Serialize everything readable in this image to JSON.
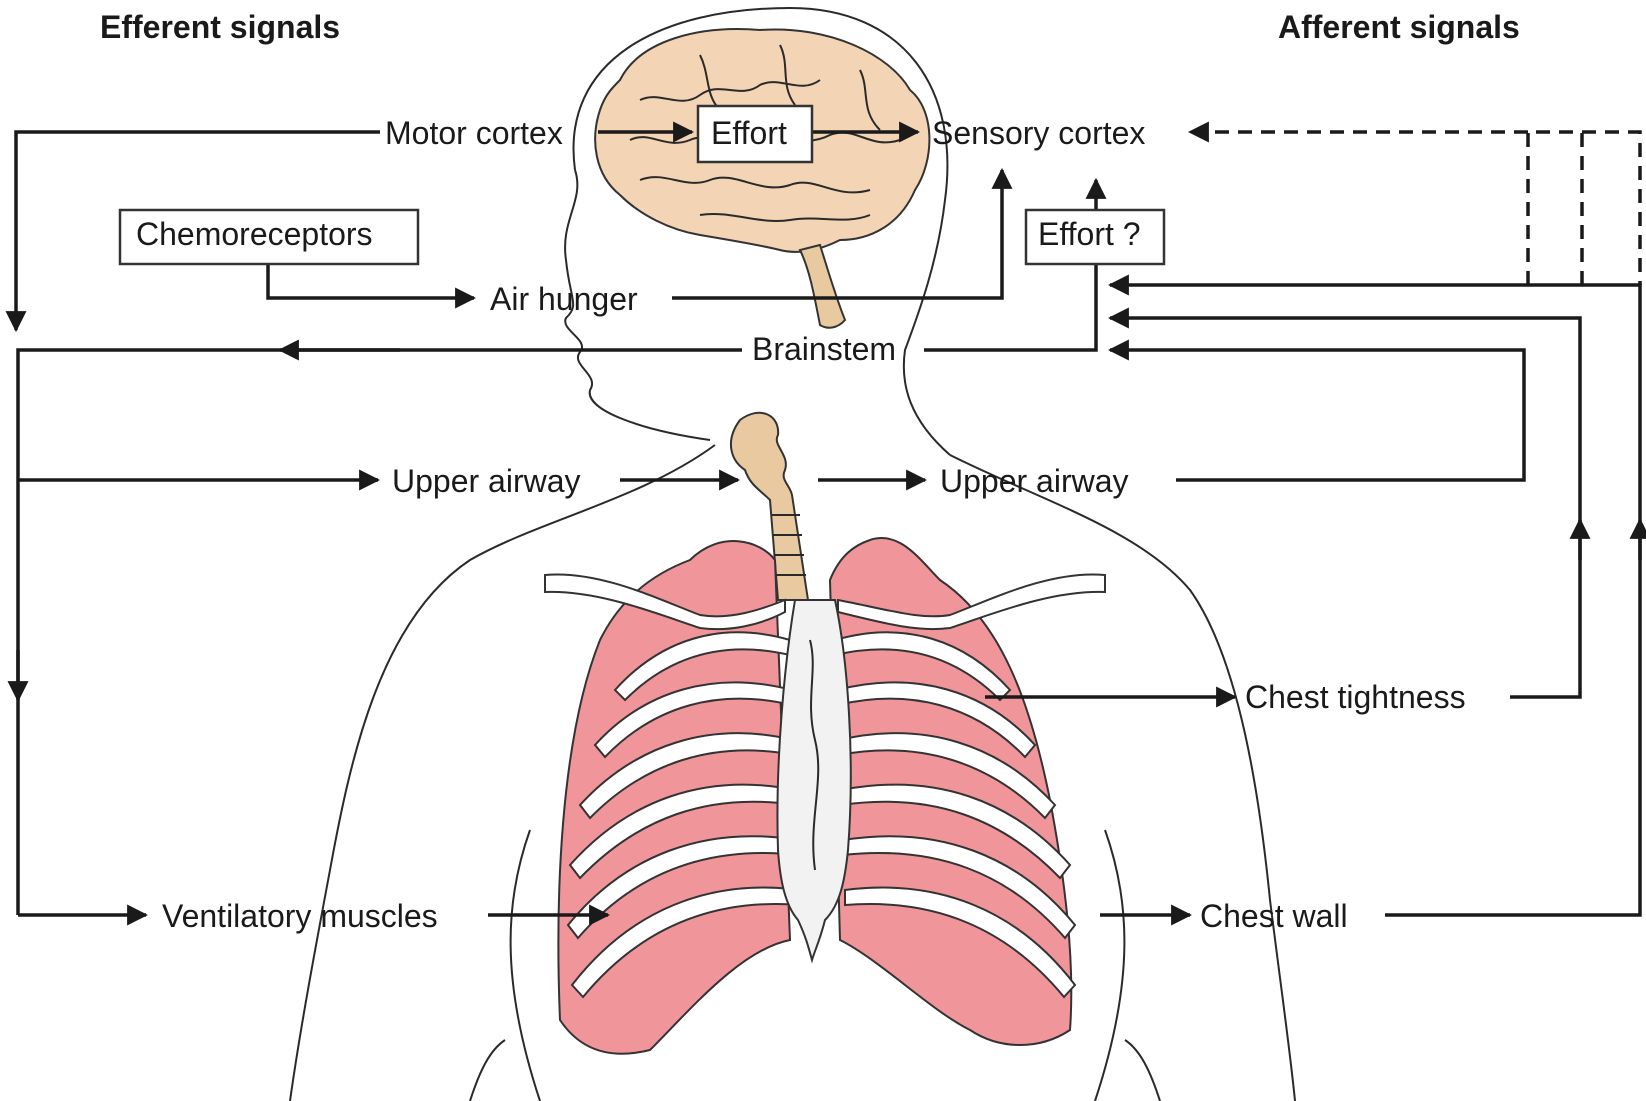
{
  "headers": {
    "efferent": "Efferent signals",
    "afferent": "Afferent signals"
  },
  "labels": {
    "motor_cortex": "Motor cortex",
    "effort": "Effort",
    "sensory_cortex": "Sensory cortex",
    "chemoreceptors": "Chemoreceptors",
    "effort_q": "Effort ?",
    "air_hunger": "Air hunger",
    "brainstem": "Brainstem",
    "upper_airway_left": "Upper airway",
    "upper_airway_right": "Upper airway",
    "chest_tightness": "Chest tightness",
    "ventilatory_muscles": "Ventilatory muscles",
    "chest_wall": "Chest wall"
  },
  "colors": {
    "lung_pink": "#F0969B",
    "brain_tan": "#F3D4B4",
    "trachea_tan": "#E8C9A0",
    "ink": "#1A1A1A"
  }
}
